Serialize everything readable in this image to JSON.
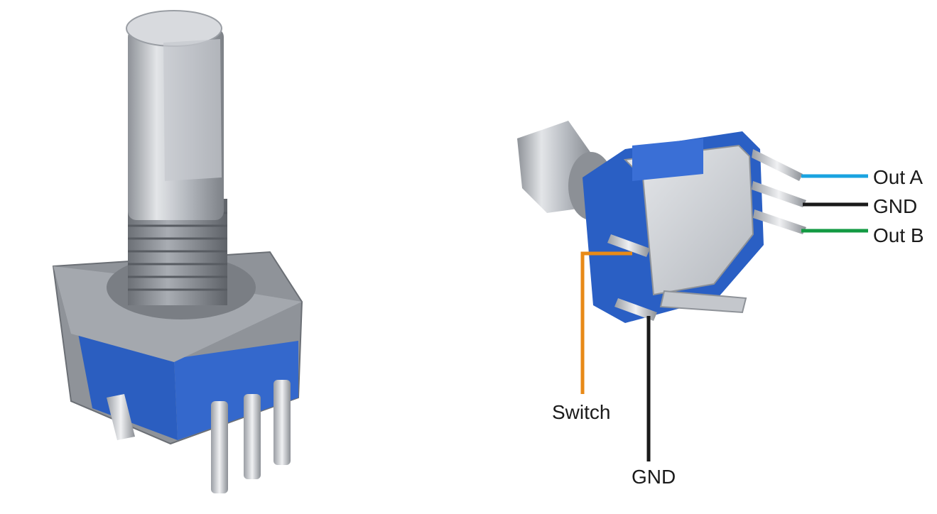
{
  "labels": {
    "out_a": "Out A",
    "gnd_right": "GND",
    "out_b": "Out B",
    "switch": "Switch",
    "gnd_bottom": "GND"
  },
  "wire_colors": {
    "out_a": "#1aa3e0",
    "gnd_right": "#1a1a1a",
    "out_b": "#139a43",
    "switch": "#e88a17",
    "gnd_bottom": "#1a1a1a"
  },
  "colors": {
    "body_blue": "#2a5fc4",
    "metal": "#c9ccd1",
    "shaft": "#b9bdc3"
  }
}
